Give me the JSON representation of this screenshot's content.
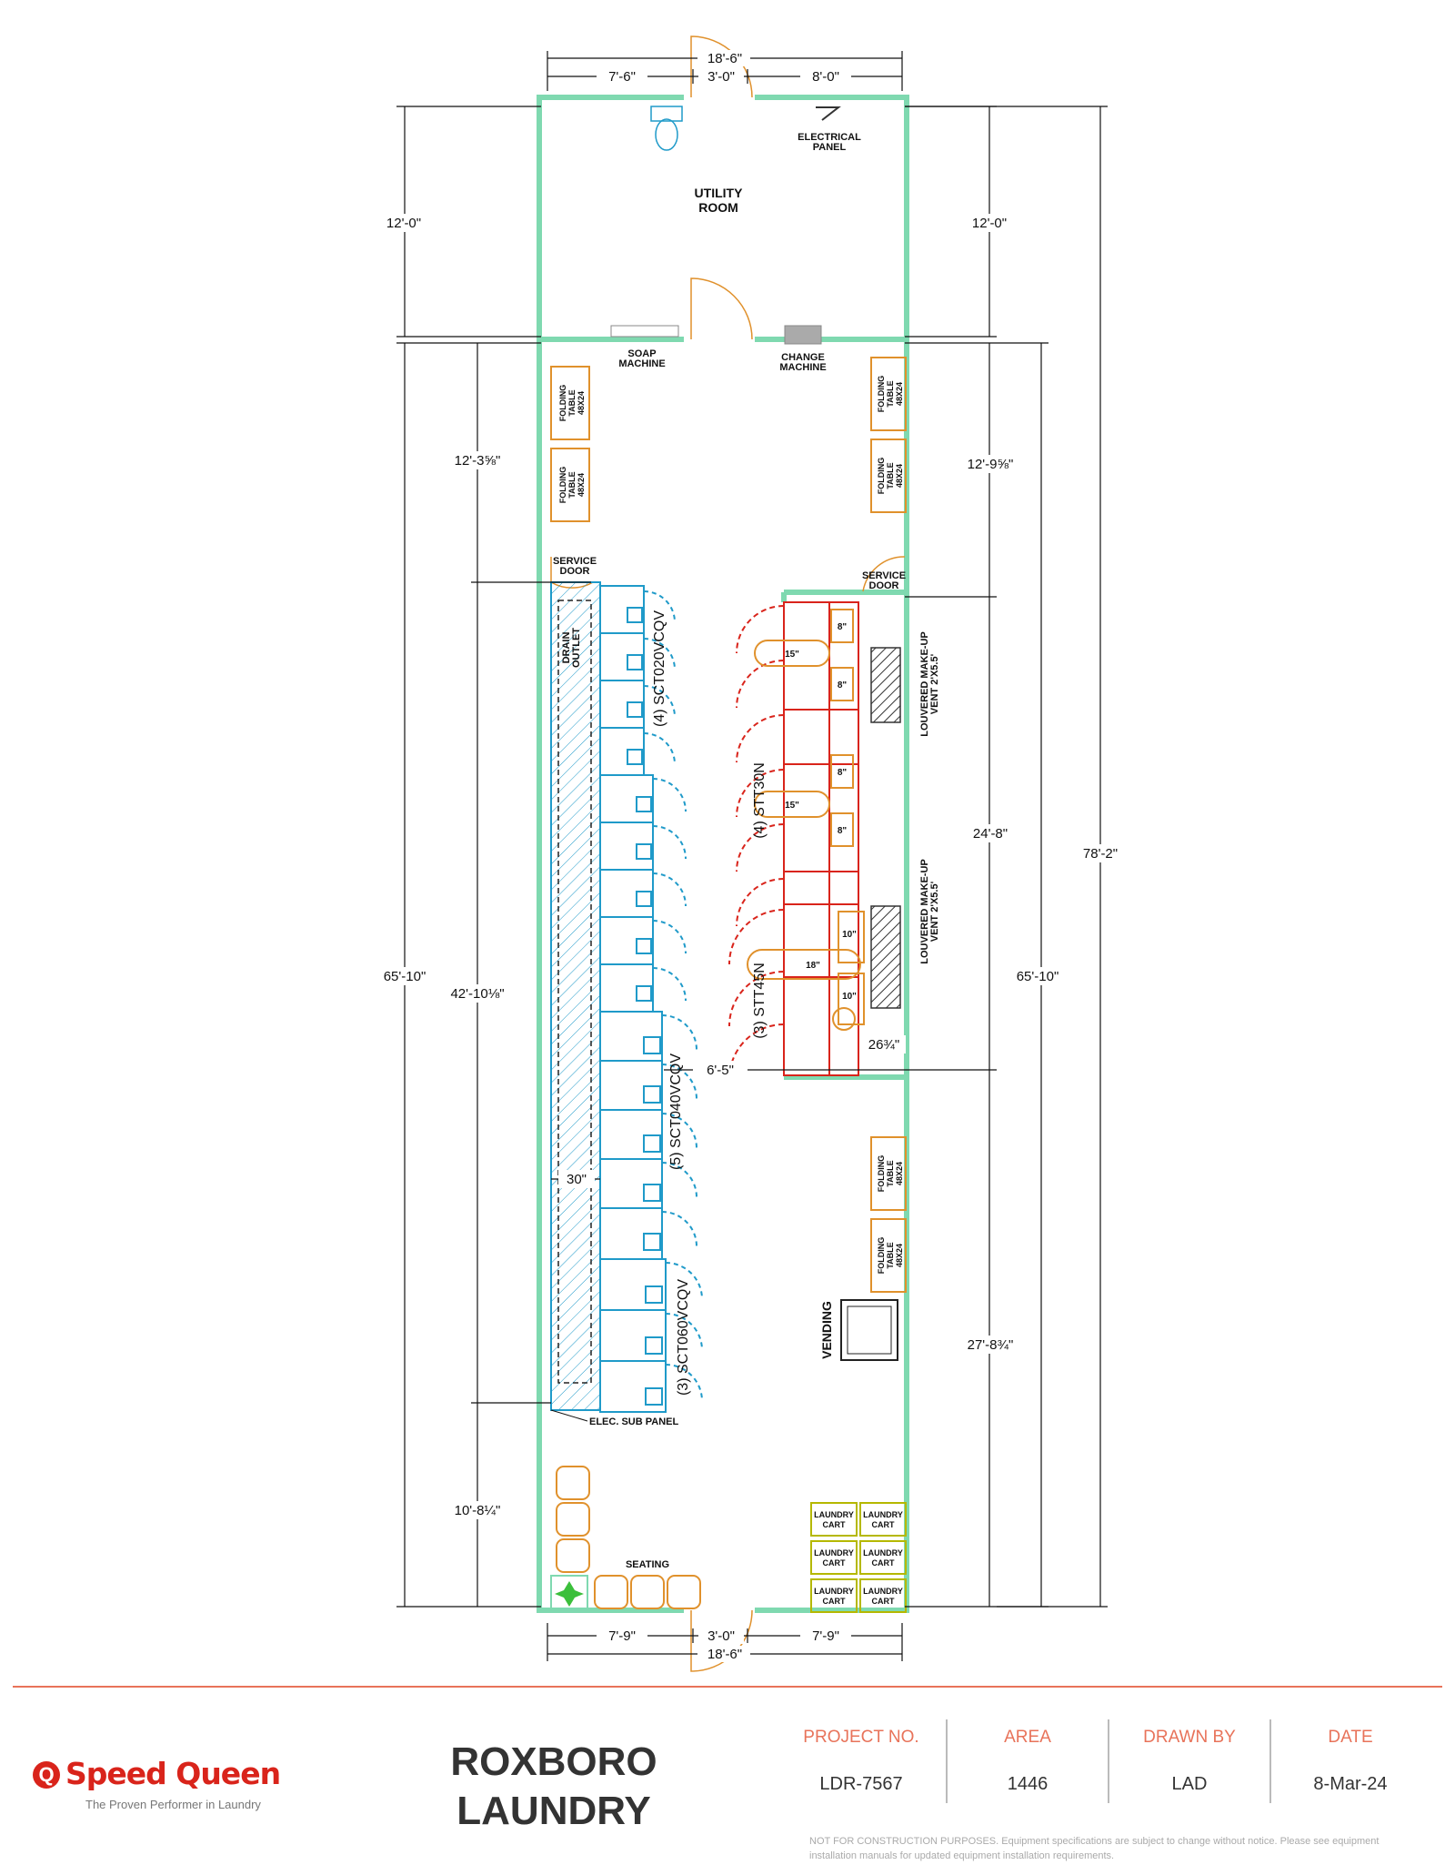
{
  "rooms": {
    "utility_room": "UTILITY\nROOM",
    "electrical_panel": "ELECTRICAL\nPANEL",
    "soap_machine": "SOAP\nMACHINE",
    "change_machine": "CHANGE\nMACHINE",
    "service_door": "SERVICE\nDOOR",
    "drain_outlet": "DRAIN\nOUTLET",
    "louvered_vent": "LOUVERED MAKE-UP\nVENT 2'X5.5'",
    "elec_sub_panel": "ELEC. SUB PANEL",
    "vending": "VENDING",
    "seating": "SEATING",
    "folding_table": "FOLDING\nTABLE\n48X24",
    "laundry_cart": "LAUNDRY\nCART"
  },
  "machines": {
    "washer_small": "(4) SCT020VCQV",
    "washer_mid": "(5) SCT040VCQV",
    "washer_large": "(3) SCT060VCQV",
    "dryer_30": "(4) STT30N",
    "dryer_45": "(3) STT45N"
  },
  "dimensions": {
    "top_total": "18'-6\"",
    "top_left": "7'-6\"",
    "top_door": "3'-0\"",
    "top_right": "8'-0\"",
    "utility_left": "12'-0\"",
    "utility_right": "12'-0\"",
    "main_left": "65'-10\"",
    "main_right": "65'-10\"",
    "overall": "78'-2\"",
    "left_top_section": "12'-3⅝\"",
    "left_mid_section": "42'-10⅛\"",
    "left_bottom_section": "10'-8¼\"",
    "right_top_section": "12'-9⅝\"",
    "right_mid_section": "24'-8\"",
    "right_bottom_section": "27'-8¾\"",
    "aisle": "6'-5\"",
    "wall_gap": "26¾\"",
    "washer_depth": "30\"",
    "bottom_left": "7'-9\"",
    "bottom_door": "3'-0\"",
    "bottom_right": "7'-9\"",
    "bottom_total": "18'-6\"",
    "gap_8": "8\"",
    "gap_15": "15\"",
    "gap_10": "10\"",
    "gap_18": "18\""
  },
  "footer": {
    "logo_name": "Speed Queen",
    "logo_tagline": "The Proven Performer in Laundry",
    "project_name": "ROXBORO LAUNDRY",
    "project_no_label": "PROJECT NO.",
    "project_no": "LDR-7567",
    "area_label": "AREA",
    "area": "1446",
    "drawn_by_label": "DRAWN BY",
    "drawn_by": "LAD",
    "date_label": "DATE",
    "date": "8-Mar-24",
    "disclaimer": "NOT FOR CONSTRUCTION PURPOSES. Equipment specifications are subject to change without notice. Please see equipment installation manuals for updated equipment installation requirements."
  },
  "colors": {
    "wall": "#7fd9b0",
    "washer": "#1f9ac9",
    "dryer": "#d9241b",
    "table": "#e0912c",
    "cart": "#b5b800",
    "accent": "#e8735a"
  }
}
